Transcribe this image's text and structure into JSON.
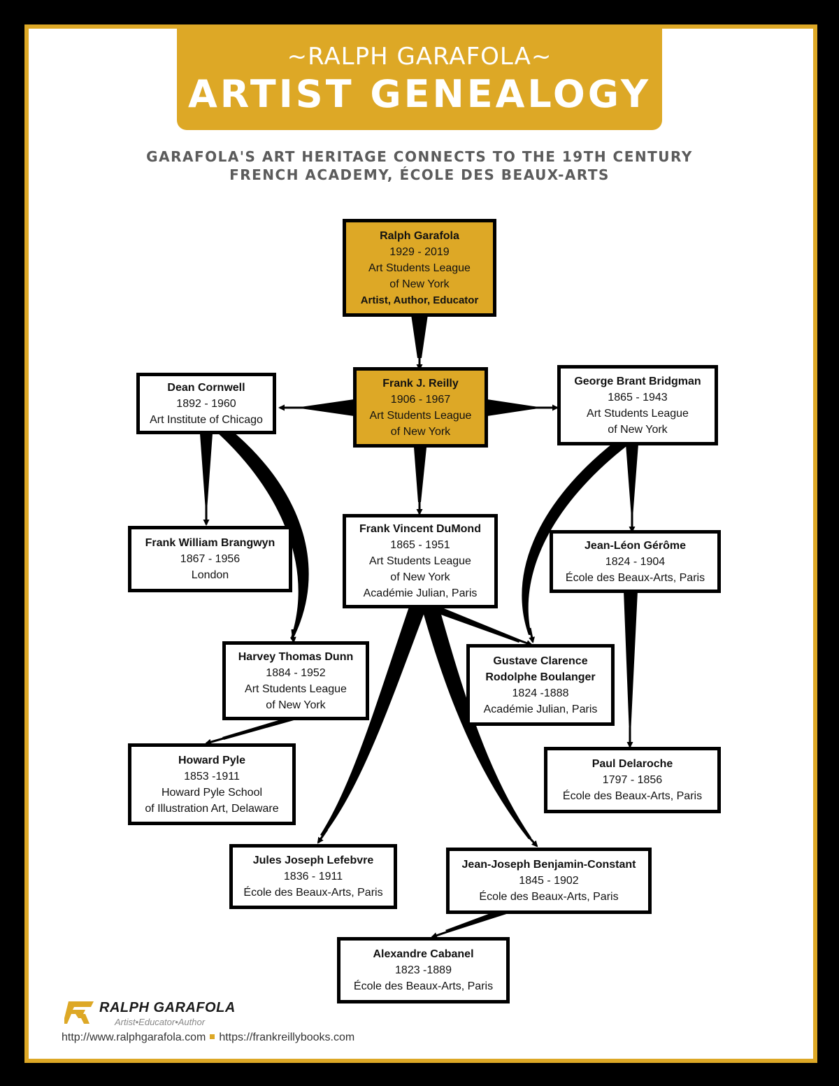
{
  "header": {
    "pre_title": "~RALPH GARAFOLA~",
    "title": "ARTIST GENEALOGY",
    "subtitle_line1": "GARAFOLA'S ART HERITAGE CONNECTS TO THE 19TH CENTURY",
    "subtitle_line2": "FRENCH ACADEMY, ÉCOLE DES BEAUX-ARTS"
  },
  "nodes": {
    "garafola": {
      "name": "Ralph Garafola",
      "years": "1929 - 2019",
      "line1": "Art Students League",
      "line2": "of New York",
      "role": "Artist, Author, Educator"
    },
    "reilly": {
      "name": "Frank J. Reilly",
      "years": "1906 - 1967",
      "line1": "Art Students League",
      "line2": "of New York"
    },
    "cornwell": {
      "name": "Dean Cornwell",
      "years": "1892 - 1960",
      "line1": "Art Institute of Chicago"
    },
    "bridgman": {
      "name": "George Brant Bridgman",
      "years": "1865 - 1943",
      "line1": "Art Students League",
      "line2": "of New York"
    },
    "brangwyn": {
      "name": "Frank William Brangwyn",
      "years": "1867 - 1956",
      "line1": "London"
    },
    "dumond": {
      "name": "Frank Vincent DuMond",
      "years": "1865 - 1951",
      "line1": "Art Students League",
      "line2": "of New York",
      "line3": "Académie Julian, Paris"
    },
    "gerome": {
      "name": "Jean-Léon Gérôme",
      "years": "1824 - 1904",
      "line1": "École des Beaux-Arts, Paris"
    },
    "dunn": {
      "name": "Harvey Thomas Dunn",
      "years": "1884 - 1952",
      "line1": "Art Students League",
      "line2": "of New York"
    },
    "boulanger": {
      "name": "Gustave Clarence",
      "name2": "Rodolphe Boulanger",
      "years": "1824 -1888",
      "line1": "Académie Julian, Paris"
    },
    "pyle": {
      "name": "Howard Pyle",
      "years": "1853 -1911",
      "line1": "Howard Pyle School",
      "line2": "of Illustration Art, Delaware"
    },
    "delaroche": {
      "name": "Paul Delaroche",
      "years": "1797 - 1856",
      "line1": "École des Beaux-Arts, Paris"
    },
    "lefebvre": {
      "name": "Jules Joseph Lefebvre",
      "years": "1836 - 1911",
      "line1": "École des Beaux-Arts, Paris"
    },
    "constant": {
      "name": "Jean-Joseph Benjamin-Constant",
      "years": "1845 - 1902",
      "line1": "École des Beaux-Arts, Paris"
    },
    "cabanel": {
      "name": "Alexandre Cabanel",
      "years": "1823 -1889",
      "line1": "École des Beaux-Arts, Paris"
    }
  },
  "logo": {
    "name": "RALPH GARAFOLA",
    "tagline": "Artist•Educator•Author"
  },
  "footer": {
    "url1": "http://www.ralphgarafola.com",
    "url2": "https://frankreillybooks.com"
  },
  "colors": {
    "accent": "#dda826",
    "frame": "#000000",
    "subtitle": "#5b5b5b"
  }
}
